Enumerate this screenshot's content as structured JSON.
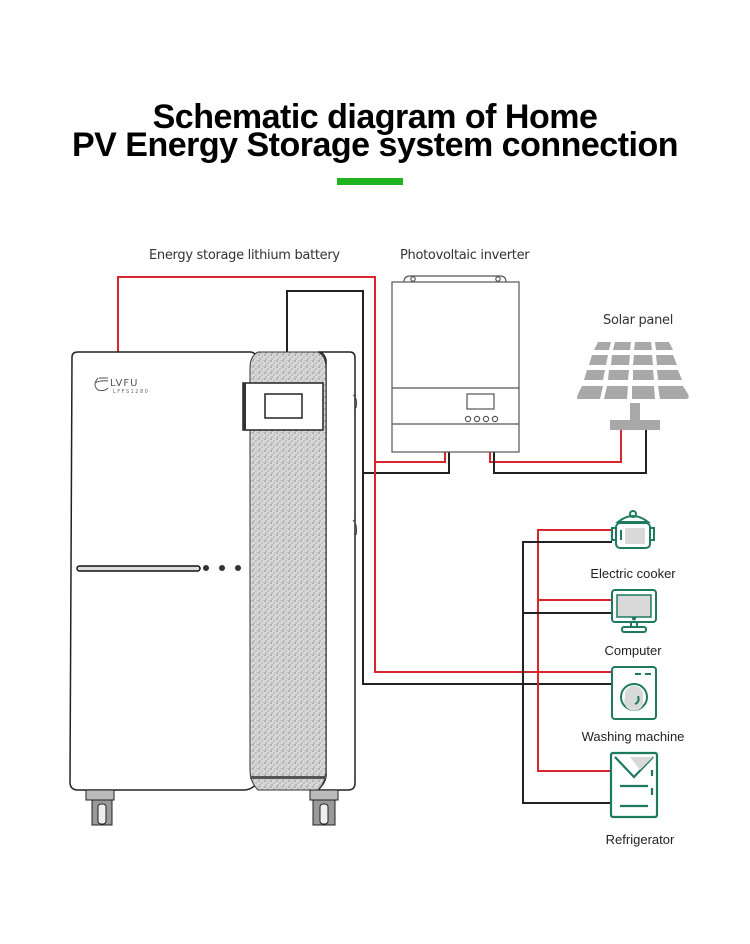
{
  "title": {
    "line1": "Schematic diagram of Home",
    "line2": "PV Energy Storage system connection"
  },
  "colors": {
    "accent_bar": "#1fb31f",
    "positive_wire": "#d9252d",
    "negative_wire": "#222222",
    "appliance_icon": "#1e7a5f",
    "solar_panel": "#a8a8a8"
  },
  "components": {
    "battery": {
      "label": "Energy storage lithium battery",
      "brand": "LVFU",
      "model": "LFFS1280"
    },
    "inverter": {
      "label": "Photovoltaic inverter"
    },
    "solar_panel": {
      "label": "Solar panel"
    }
  },
  "appliances": [
    {
      "label": "Electric cooker",
      "icon": "rice-cooker-icon"
    },
    {
      "label": "Computer",
      "icon": "computer-monitor-icon"
    },
    {
      "label": "Washing machine",
      "icon": "washing-machine-icon"
    },
    {
      "label": "Refrigerator",
      "icon": "refrigerator-icon"
    }
  ]
}
